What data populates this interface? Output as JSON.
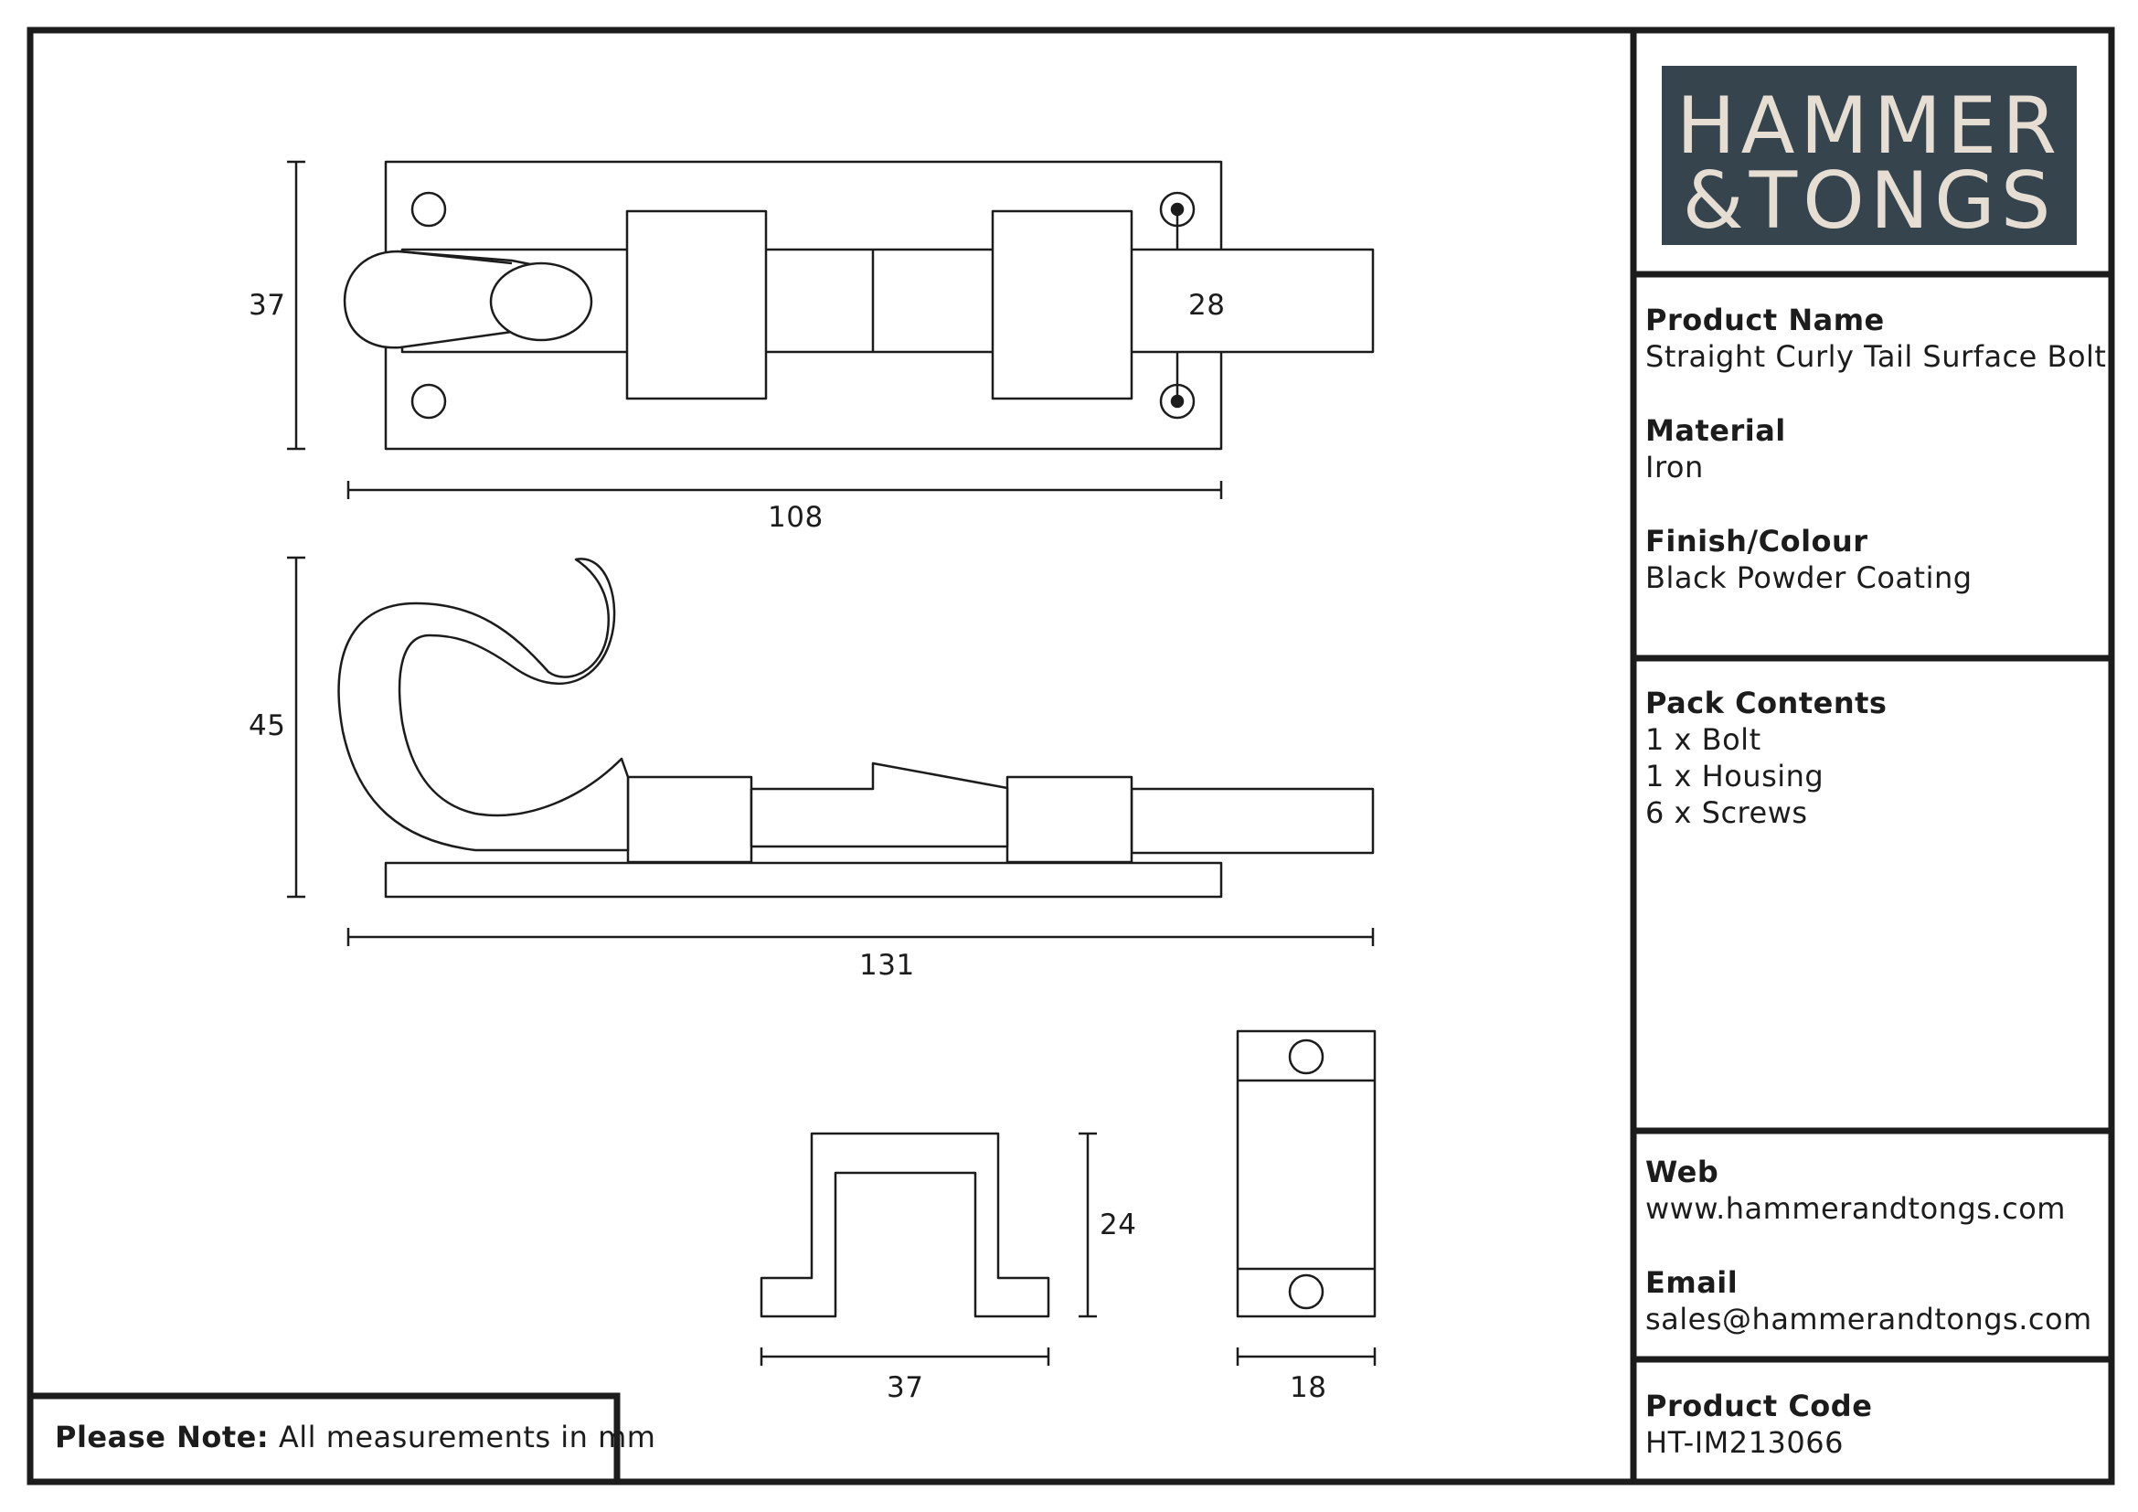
{
  "logo": {
    "line1": "HAMMER",
    "line2": "&TONGS"
  },
  "product": {
    "name_label": "Product Name",
    "name_value": "Straight Curly Tail Surface Bolt",
    "material_label": "Material",
    "material_value": "Iron",
    "finish_label": "Finish/Colour",
    "finish_value": "Black Powder Coating"
  },
  "pack": {
    "label": "Pack Contents",
    "items": [
      "1 x Bolt",
      "1 x Housing",
      "6 x Screws"
    ]
  },
  "contact": {
    "web_label": "Web",
    "web_value": "www.hammerandtongs.com",
    "email_label": "Email",
    "email_value": "sales@hammerandtongs.com"
  },
  "code": {
    "label": "Product Code",
    "value": "HT-IM213066"
  },
  "note": {
    "label": "Please Note:",
    "text": "All measurements in mm"
  },
  "dimensions": {
    "top_height": "37",
    "bolt_width": "28",
    "top_length": "108",
    "side_height": "45",
    "side_length": "131",
    "housing_height": "24",
    "housing_width": "37",
    "housing_depth": "18"
  },
  "colors": {
    "line": "#1c1c1c",
    "logo_bg": "#36444e",
    "logo_text": "#e6ddd3"
  }
}
